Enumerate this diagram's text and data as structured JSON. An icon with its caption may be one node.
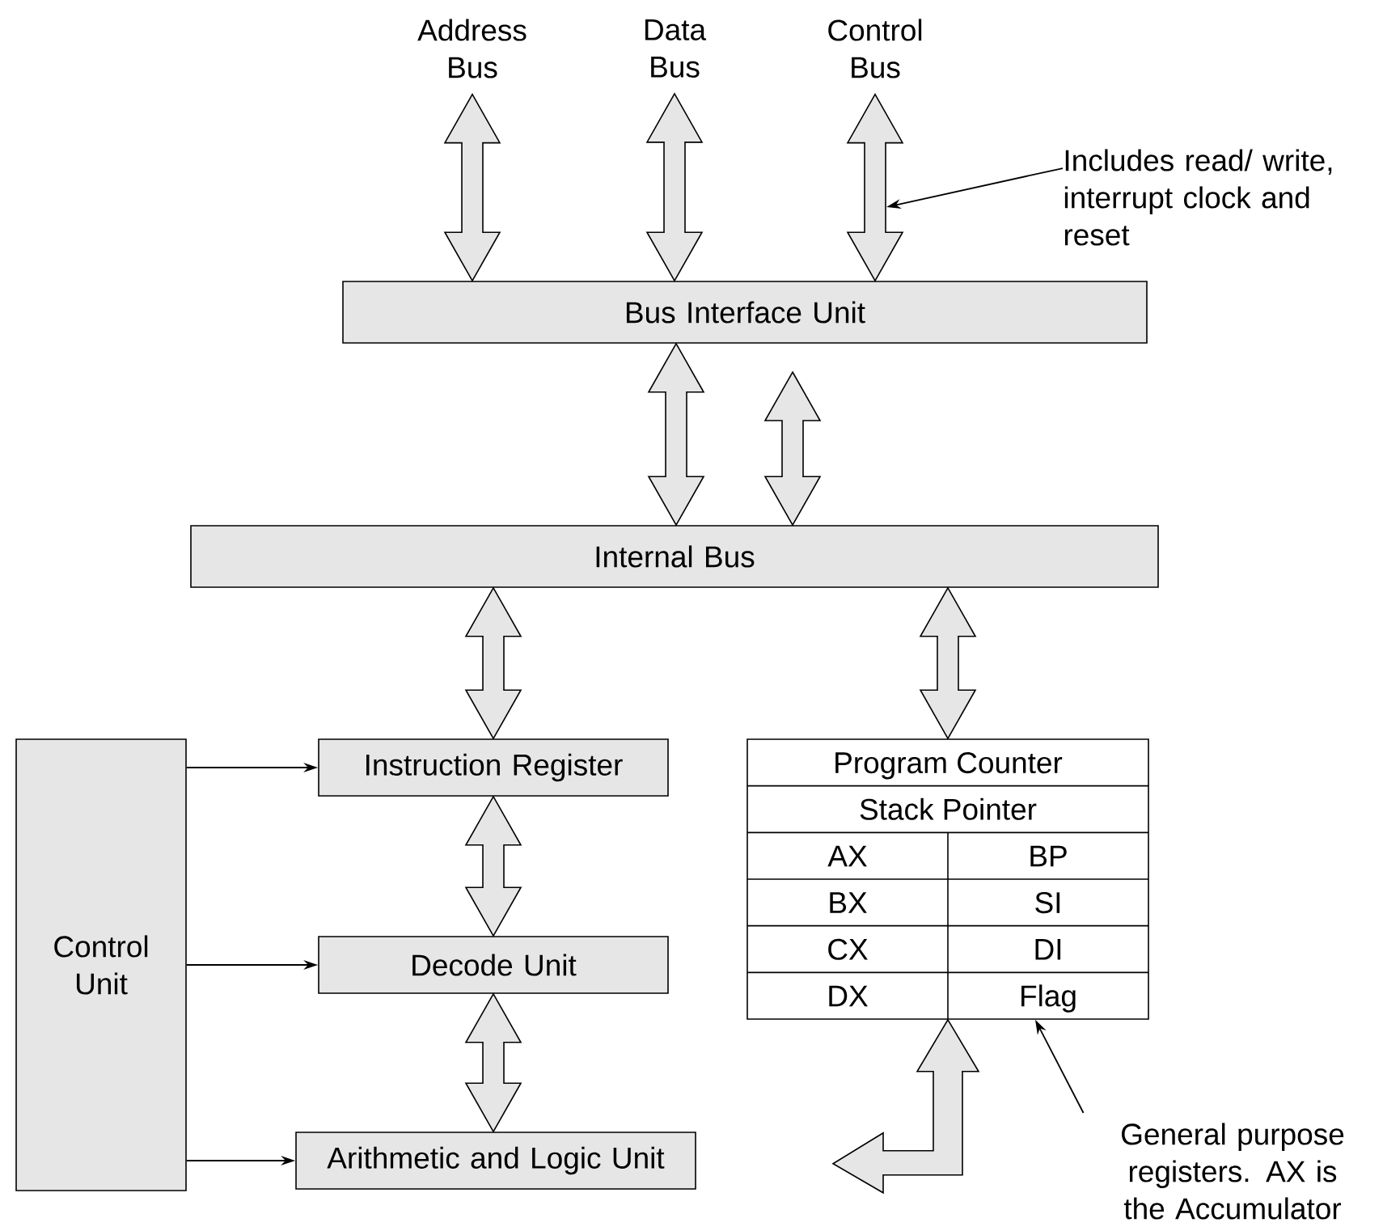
{
  "diagram": {
    "nodes": [
      {
        "text": [
          "Address Bus"
        ]
      },
      {
        "text": [
          "Data Bus"
        ]
      },
      {
        "text": [
          "Control Bus"
        ]
      },
      {
        "text": [
          "Bus Interface Unit"
        ]
      },
      {
        "text": [
          "Internal Bus"
        ]
      },
      {
        "text": [
          "Control Unit"
        ]
      },
      {
        "text": [
          "Instruction Register"
        ]
      },
      {
        "text": [
          "Decode Unit"
        ]
      },
      {
        "text": [
          "Arithmetic and Logic Unit"
        ]
      },
      {
        "text": [
          "Program Counter",
          "Stack Pointer",
          "AX",
          "BP",
          "BX",
          "SI",
          "CX",
          "DI",
          "DX",
          "Flag"
        ]
      },
      {
        "text": [
          "Includes read/ write, interrupt clock and reset"
        ]
      },
      {
        "text": [
          "General purpose registers. AX is the Accumulator"
        ]
      }
    ],
    "edges": [
      {
        "from": 0,
        "to": 3,
        "arrow": "both"
      },
      {
        "from": 1,
        "to": 3,
        "arrow": "both"
      },
      {
        "from": 2,
        "to": 3,
        "arrow": "both"
      },
      {
        "from": 3,
        "to": 4,
        "arrow": "both"
      },
      {
        "from": null,
        "to": 4,
        "arrow": "both"
      },
      {
        "from": 4,
        "to": 6,
        "arrow": "both"
      },
      {
        "from": 4,
        "to": 9,
        "arrow": "both"
      },
      {
        "from": 5,
        "to": 6,
        "arrow": "to"
      },
      {
        "from": 5,
        "to": 7,
        "arrow": "to"
      },
      {
        "from": 5,
        "to": 8,
        "arrow": "to"
      },
      {
        "from": 6,
        "to": 7,
        "arrow": "both"
      },
      {
        "from": 7,
        "to": 8,
        "arrow": "both"
      },
      {
        "from": 9,
        "to": null,
        "arrow": "both"
      },
      {
        "from": 10,
        "to": null,
        "arrow": "to"
      },
      {
        "from": 11,
        "to": 9,
        "arrow": "to"
      }
    ]
  }
}
